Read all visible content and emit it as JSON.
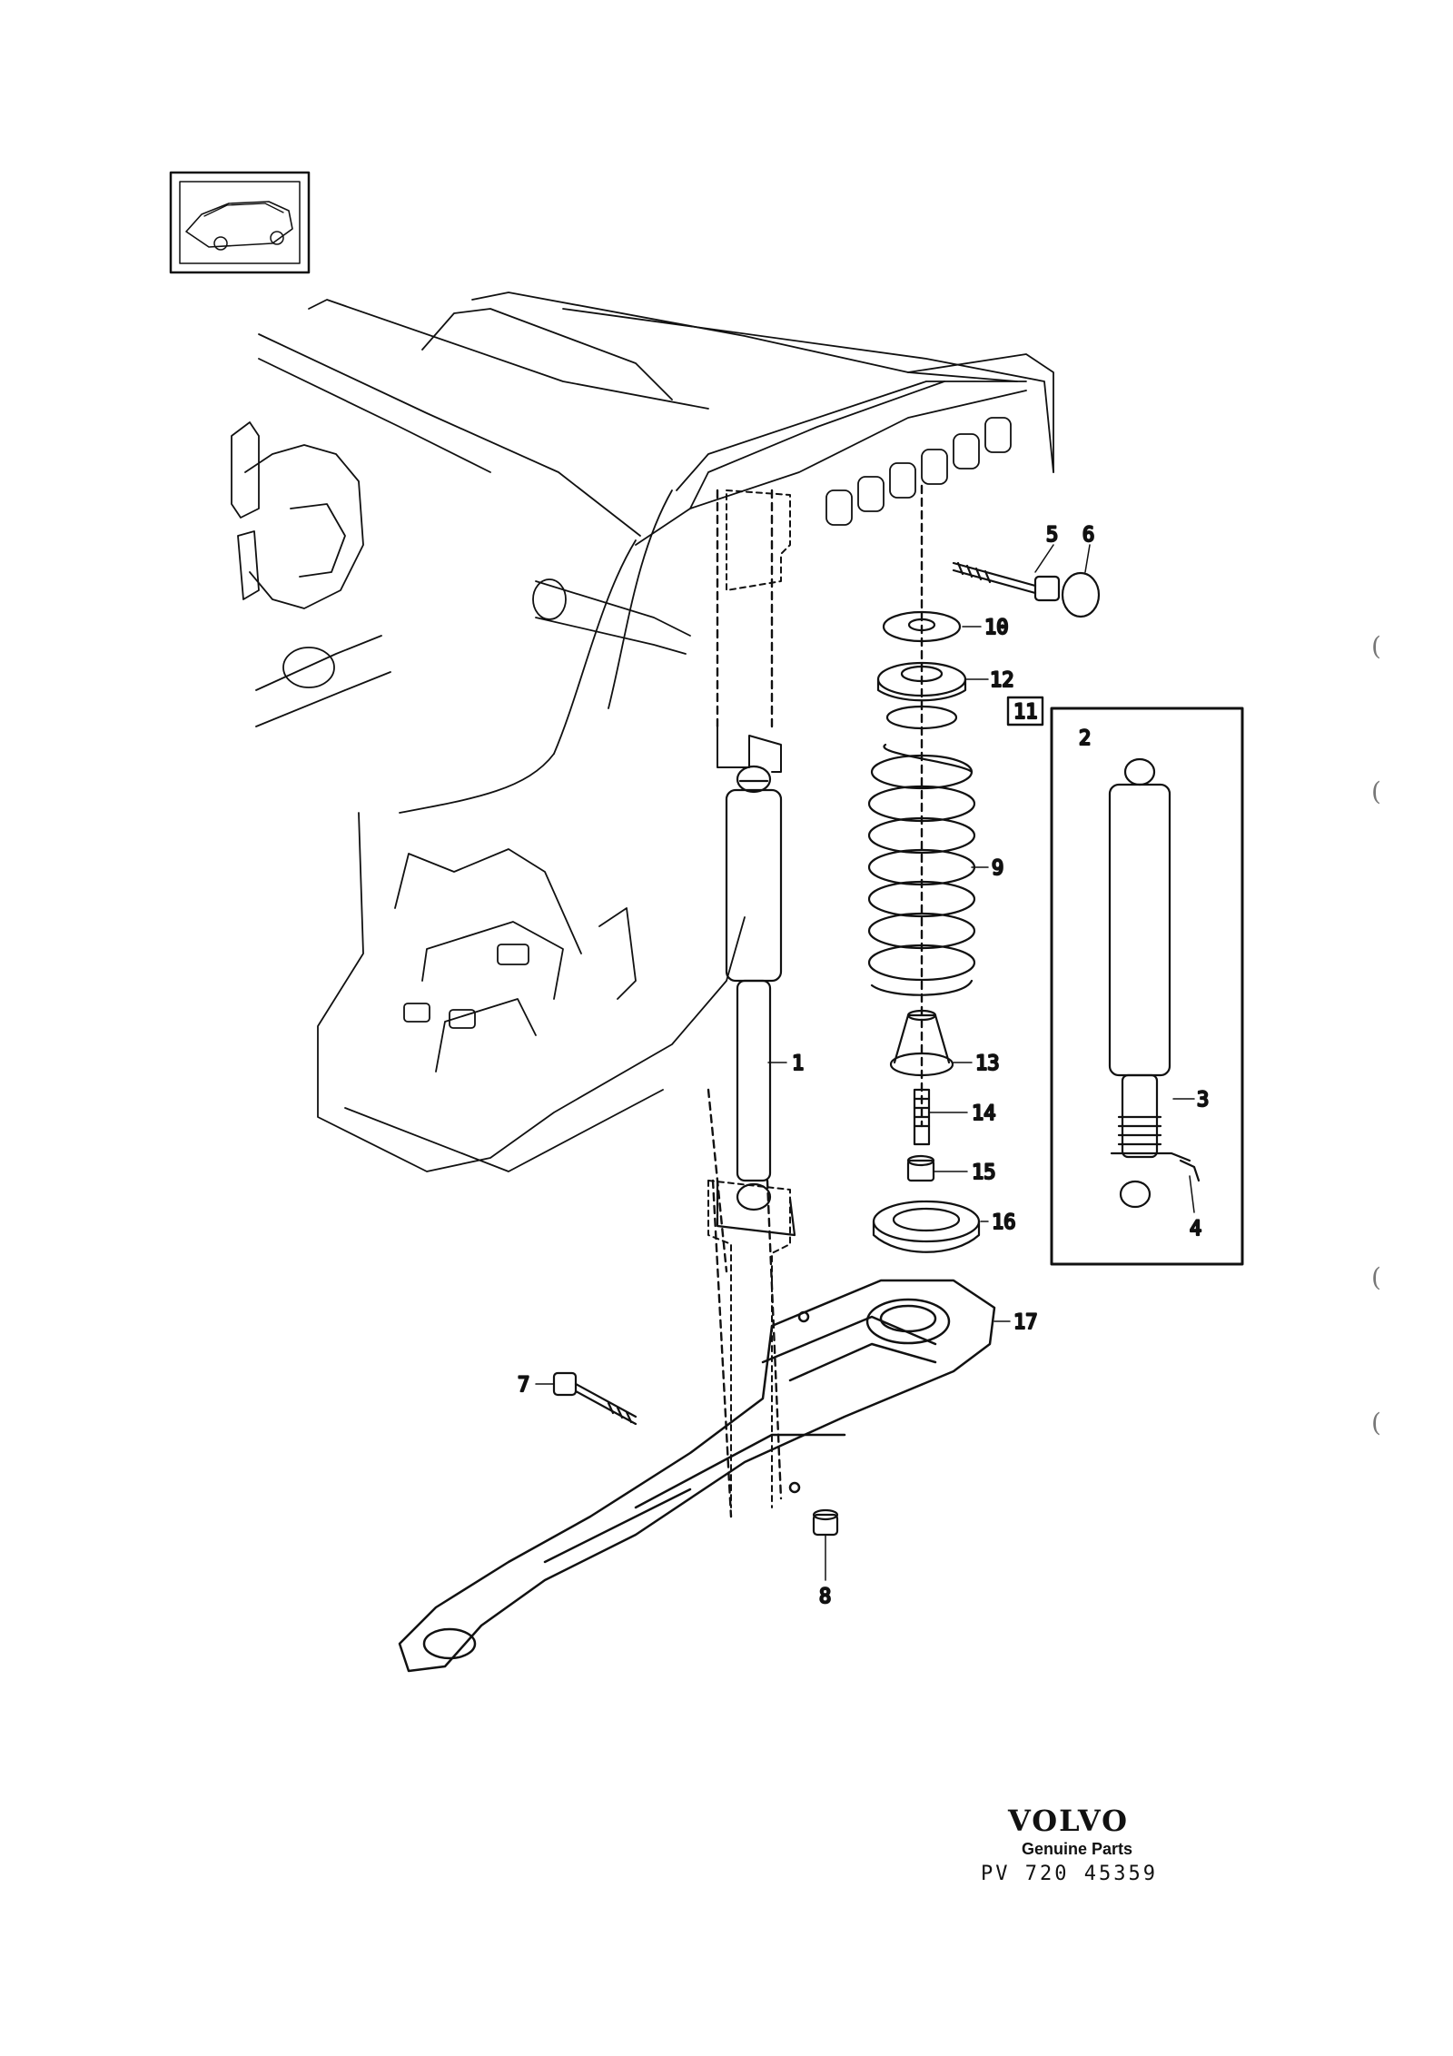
{
  "callouts": [
    {
      "id": "1",
      "label": "1"
    },
    {
      "id": "2",
      "label": "2"
    },
    {
      "id": "3",
      "label": "3"
    },
    {
      "id": "4",
      "label": "4"
    },
    {
      "id": "5",
      "label": "5"
    },
    {
      "id": "6",
      "label": "6"
    },
    {
      "id": "7",
      "label": "7"
    },
    {
      "id": "8",
      "label": "8"
    },
    {
      "id": "9",
      "label": "9"
    },
    {
      "id": "10",
      "label": "10"
    },
    {
      "id": "11",
      "label": "11"
    },
    {
      "id": "12",
      "label": "12"
    },
    {
      "id": "13",
      "label": "13"
    },
    {
      "id": "14",
      "label": "14"
    },
    {
      "id": "15",
      "label": "15"
    },
    {
      "id": "16",
      "label": "16"
    },
    {
      "id": "17",
      "label": "17"
    }
  ],
  "footer": {
    "brand": "VOLVO",
    "tagline": "Genuine Parts",
    "code": "PV 720  45359"
  }
}
